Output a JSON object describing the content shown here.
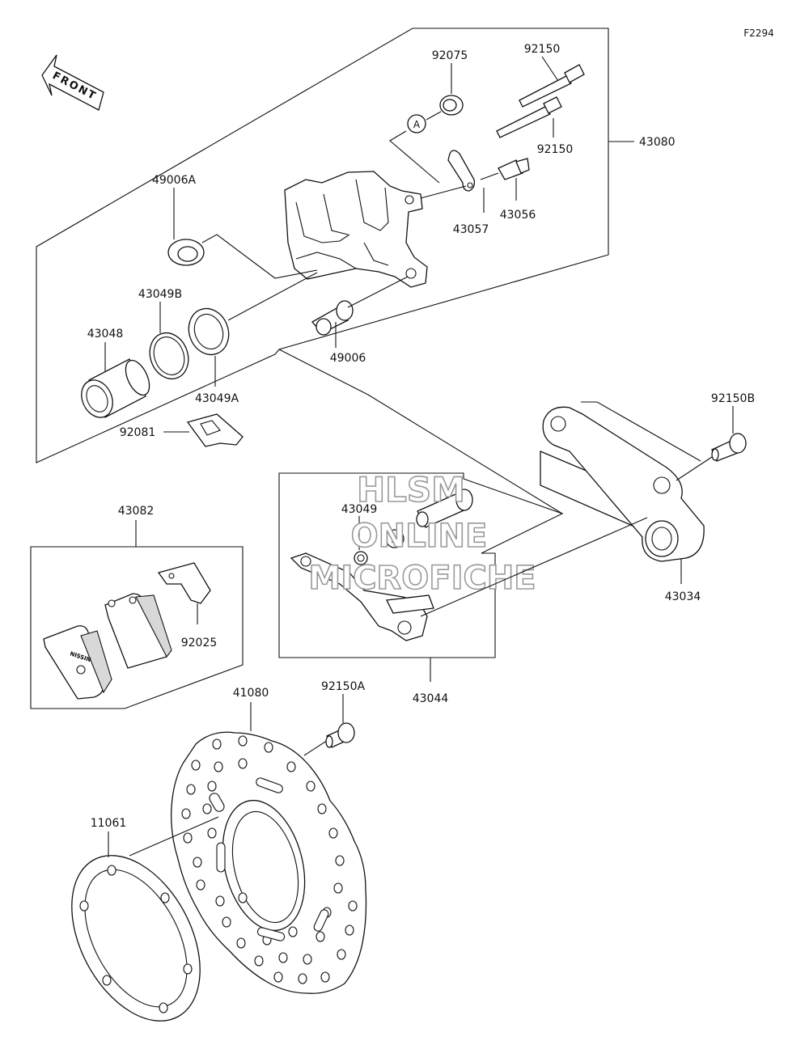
{
  "figure_code": "F2294",
  "front_arrow_label": "FRONT",
  "ref_marker": "A",
  "watermark": [
    "HLSM",
    "ONLINE",
    "MICROFICHE"
  ],
  "parts": {
    "p92075": "92075",
    "p92150_top": "92150",
    "p92150_bottom": "92150",
    "p43080": "43080",
    "p49006A": "49006A",
    "p43057": "43057",
    "p43056": "43056",
    "p43049B": "43049B",
    "p43048": "43048",
    "p49006": "49006",
    "p43049A": "43049A",
    "p92081": "92081",
    "p92150B": "92150B",
    "p43082": "43082",
    "p43049": "43049",
    "p92025": "92025",
    "p43034": "43034",
    "p43044": "43044",
    "p41080": "41080",
    "p92150A": "92150A",
    "p11061": "11061"
  }
}
